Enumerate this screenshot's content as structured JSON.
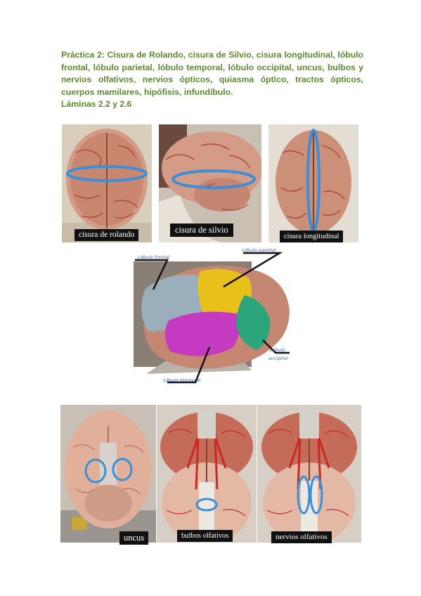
{
  "heading": {
    "line1": "Práctica 2: Cisura de Rolando, cisura de Silvio, cisura longitudinal, lóbulo frontal, lóbulo parietal, lóbulo temporal, lóbulo occipital, uncus, bulbos y nervios olfativos, nervios ópticos, quiasma óptico, tractos ópticos, cuerpos mamilares, hipófisis, infundíbulo.",
    "line2": "Láminas 2.2 y 2.6"
  },
  "photos": {
    "rolando": "cisura de rolando",
    "silvio": "cisura de silvio",
    "longitudinal": "cisura longitudinal",
    "uncus": "uncus",
    "bulbos": "bulbos olfativos",
    "nervios": "nervios olfativos"
  },
  "lobes": {
    "frontal": "Lóbulo frontal",
    "parietal": "Lóbulo parietal",
    "temporal": "Lóbulo temporal",
    "occipital_1": "Lóbulo",
    "occipital_2": "occipital"
  },
  "colors": {
    "title_green": "#5b8a2e",
    "highlight_blue": "#3a8fd8",
    "frontal": "#9aaebc",
    "parietal": "#e8c21a",
    "temporal": "#c43ac0",
    "occipital": "#2aa67a"
  }
}
